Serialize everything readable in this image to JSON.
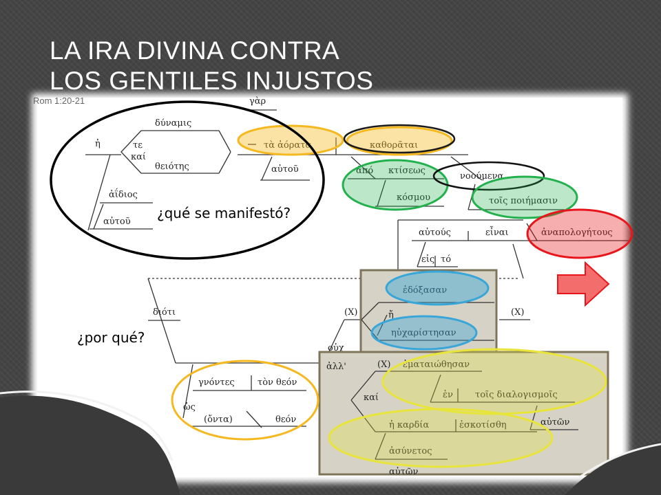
{
  "slide": {
    "title_line1": "LA IRA DIVINA CONTRA",
    "title_line2": "LOS GENTILES INJUSTOS"
  },
  "diagram": {
    "reference": "Rom 1:20-21",
    "questions": {
      "what": "¿qué se manifestó?",
      "why": "¿por qué?"
    },
    "words": {
      "gar": "γὰρ",
      "dynamis": "δύναμις",
      "he": "ἡ",
      "te": "τε",
      "kai1": "καί",
      "theiotes": "θειότης",
      "aidios": "ἀΐδιος",
      "autou1": "αὐτοῦ",
      "ta_aorata": "τὰ ἀόρατα",
      "kathoratai": "καθορᾶται",
      "autou2": "αὐτοῦ",
      "apo": "ἀπό",
      "ktiseos": "κτίσεως",
      "kosmou": "κόσμου",
      "nooumena": "νοούμενα",
      "tois_poiemasin": "τοῖς ποιήμασιν",
      "autous": "αὐτούς",
      "einai": "εἶναι",
      "anapologetous": "ἀναπολογήτους",
      "eis": "εἰς",
      "to": "τό",
      "dioti": "διότι",
      "edoxasan": "ἐδόξασαν",
      "x1": "(X)",
      "x2": "(X)",
      "x3": "(X)",
      "e": "ἤ",
      "eucharistesan": "ηὐχαρίστησαν",
      "ouch": "οὐχ",
      "all": "ἀλλ'",
      "ematai": "ἐματαιώθησαν",
      "en": "ἐν",
      "tois_dialogismois": "τοῖς διαλογισμοῖς",
      "auton": "αὐτῶν",
      "kai2": "καί",
      "he_kardia": "ἡ καρδία",
      "eskotisthe": "ἐσκοτίσθη",
      "asynetos": "ἀσύνετος",
      "auton2": "αὐτῶν",
      "gnontes": "γνόντες",
      "ton_theon": "τὸν θεόν",
      "hos": "ὡς",
      "onta": "(ὄντα)",
      "theon": "θεόν"
    }
  },
  "colors": {
    "background": "#444444",
    "paper": "#ffffff",
    "orange": "#f5b81e",
    "green": "#23b14d",
    "blue": "#38a6d8",
    "yellow": "#e9e53a",
    "red": "#e8161b",
    "arrow": "#f46d6d",
    "panel": "#d6d3c6",
    "panel_border": "#7d745a"
  }
}
